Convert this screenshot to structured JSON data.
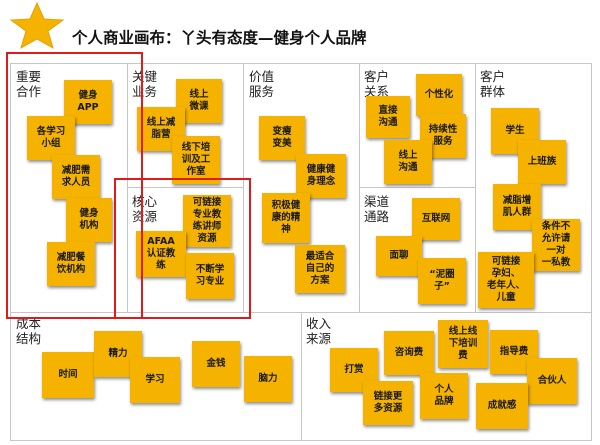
{
  "title": "个人商业画布：丫头有态度—健身个人品牌",
  "colors": {
    "note": "#f5b300",
    "highlight": "#e01b1b",
    "grid": "#c6c6c6",
    "star": "#f5b300"
  },
  "sections": {
    "key_partners": "重要\n合作",
    "key_activities": "关键\n业务",
    "key_resources": "核心\n资源",
    "value_propositions": "价值\n服务",
    "customer_relationships": "客户\n关系",
    "channels": "渠道\n通路",
    "customer_segments": "客户\n群体",
    "cost_structure": "成本\n结构",
    "revenue_streams": "收入\n来源"
  },
  "notes": {
    "kp1": "健身\nAPP",
    "kp2": "各学习\n小组",
    "kp3": "减肥需\n求人员",
    "kp4": "健身\n机构",
    "kp5": "减肥餐\n饮机构",
    "ka1": "线上\n微课",
    "ka2": "线上减\n脂营",
    "ka3": "线下培\n训及工\n作室",
    "kr1": "可链接\n专业教\n练讲师\n资源",
    "kr2": "AFAA\n认证教\n练",
    "kr3": "不断学\n习专业",
    "vp1": "变瘦\n变美",
    "vp2": "健康健\n身理念",
    "vp3": "积极健\n康的精\n神",
    "vp4": "最适合\n自己的\n方案",
    "cr1": "直接\n沟通",
    "cr2": "个性化",
    "cr3": "持续性\n服务",
    "cr4": "线上\n沟通",
    "ch1": "互联网",
    "ch2": "面聊",
    "ch3": "“泥圈\n子”",
    "cs1": "学生",
    "cs2": "上班族",
    "cs3": "减脂增\n肌人群",
    "cs4": "条件不\n允许请\n一对\n一私教",
    "cs5": "可链接\n孕妇、\n老年人、\n儿童",
    "c1": "时间",
    "c2": "精力",
    "c3": "学习",
    "c4": "金钱",
    "c5": "脑力",
    "r1": "打赏",
    "r2": "咨询费",
    "r3": "线上线\n下培训\n费",
    "r4": "指导费",
    "r5": "合伙人",
    "r6": "链接更\n多资源",
    "r7": "个人\n品牌",
    "r8": "成就感"
  }
}
